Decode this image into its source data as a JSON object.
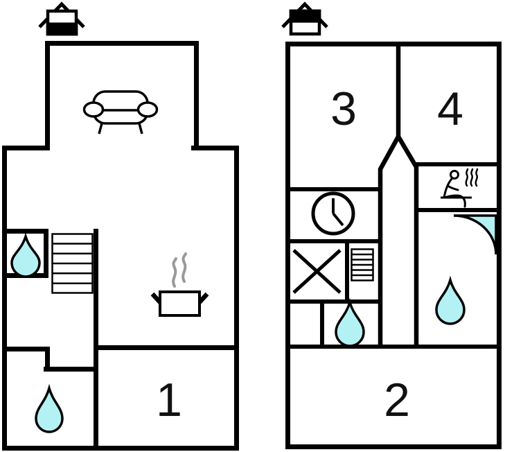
{
  "diagram_type": "apartment floor plan, two levels",
  "colors": {
    "wall": "#000000",
    "water_fill": "#b4f1f4",
    "steam": "#999999",
    "digit": "#111111",
    "background": "#ffffff"
  },
  "floors": {
    "ground": {
      "level_icon": "house-ground-floor-icon",
      "rooms": [
        {
          "number": "1"
        }
      ],
      "features": [
        "sofa-icon",
        "staircase-icon",
        "water-drop-icon",
        "water-drop-icon",
        "cooking-pot-icon",
        "steam-icon"
      ]
    },
    "upper": {
      "level_icon": "house-upper-floor-icon",
      "rooms": [
        {
          "number": "3"
        },
        {
          "number": "4"
        },
        {
          "number": "2"
        }
      ],
      "features": [
        "clock-icon",
        "crossed-box-icon",
        "staircase-icon",
        "water-drop-icon",
        "sauna-icon",
        "shower-quarter-icon",
        "water-drop-icon",
        "chimney-shaft"
      ]
    }
  }
}
